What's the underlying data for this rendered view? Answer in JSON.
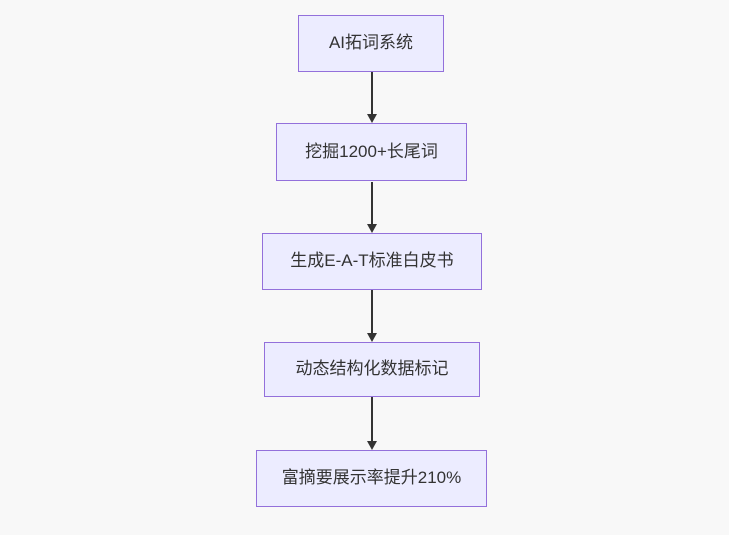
{
  "diagram": {
    "type": "flowchart",
    "direction": "top-down",
    "colors": {
      "background": "#f8f8f8",
      "node_fill": "#ECECFF",
      "node_border": "#9370DB",
      "arrow": "#333333",
      "text": "#333333"
    },
    "nodes": [
      {
        "id": "A",
        "label": "AI拓词系统"
      },
      {
        "id": "B",
        "label": "挖掘1200+长尾词"
      },
      {
        "id": "C",
        "label": "生成E-A-T标准白皮书"
      },
      {
        "id": "D",
        "label": "动态结构化数据标记"
      },
      {
        "id": "E",
        "label": "富摘要展示率提升210%"
      }
    ],
    "edges": [
      {
        "from": "A",
        "to": "B"
      },
      {
        "from": "B",
        "to": "C"
      },
      {
        "from": "C",
        "to": "D"
      },
      {
        "from": "D",
        "to": "E"
      }
    ]
  }
}
